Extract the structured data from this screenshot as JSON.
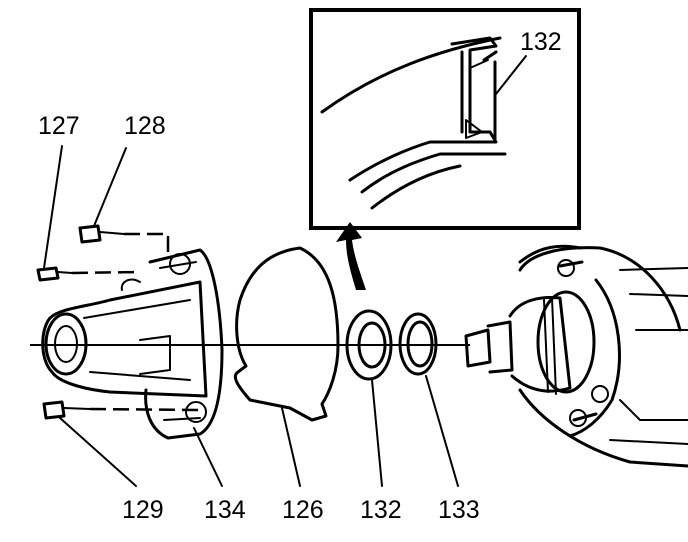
{
  "callouts": {
    "c127": "127",
    "c128": "128",
    "c129": "129",
    "c134": "134",
    "c126": "126",
    "c132": "132",
    "c133": "133",
    "c132_detail": "132"
  }
}
